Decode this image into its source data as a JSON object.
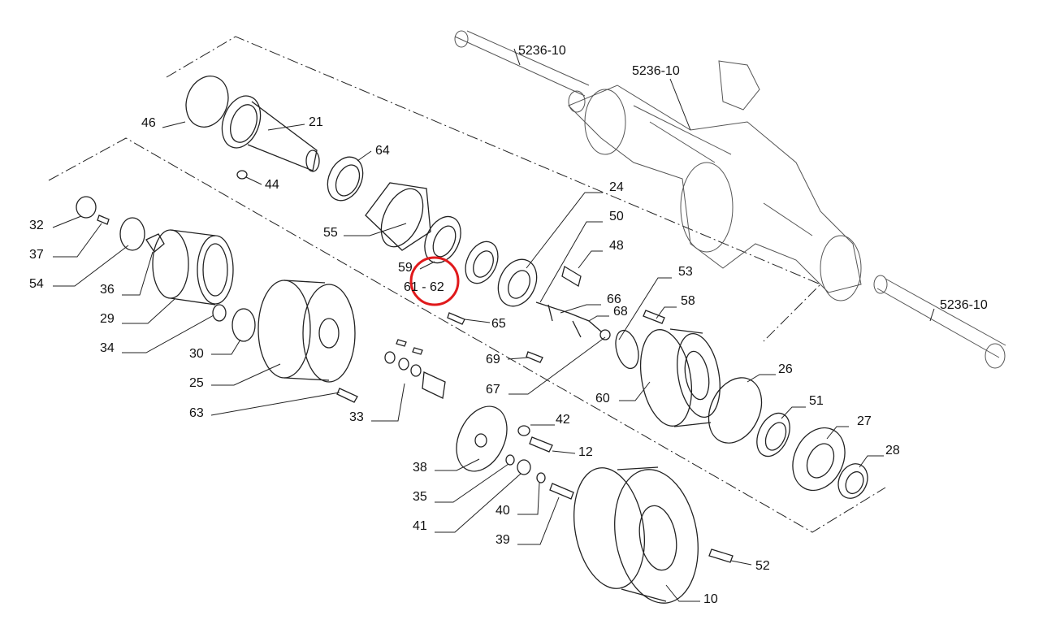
{
  "highlight_color": "#e0191b",
  "labels": {
    "l5236a": "5236-10",
    "l5236b": "5236-10",
    "l5236c": "5236-10",
    "l21": "21",
    "l46": "46",
    "l44": "44",
    "l64": "64",
    "l32": "32",
    "l37": "37",
    "l54": "54",
    "l36": "36",
    "l29": "29",
    "l34": "34",
    "l30": "30",
    "l25": "25",
    "l63": "63",
    "l33": "33",
    "l55": "55",
    "l59": "59",
    "l6162": "61 - 62",
    "l24": "24",
    "l50": "50",
    "l48": "48",
    "l65": "65",
    "l66": "66",
    "l68": "68",
    "l69": "69",
    "l67": "67",
    "l53": "53",
    "l58": "58",
    "l60": "60",
    "l26": "26",
    "l51": "51",
    "l27": "27",
    "l28": "28",
    "l42": "42",
    "l12": "12",
    "l38": "38",
    "l35": "35",
    "l40": "40",
    "l41": "41",
    "l39": "39",
    "l52": "52",
    "l10": "10"
  }
}
